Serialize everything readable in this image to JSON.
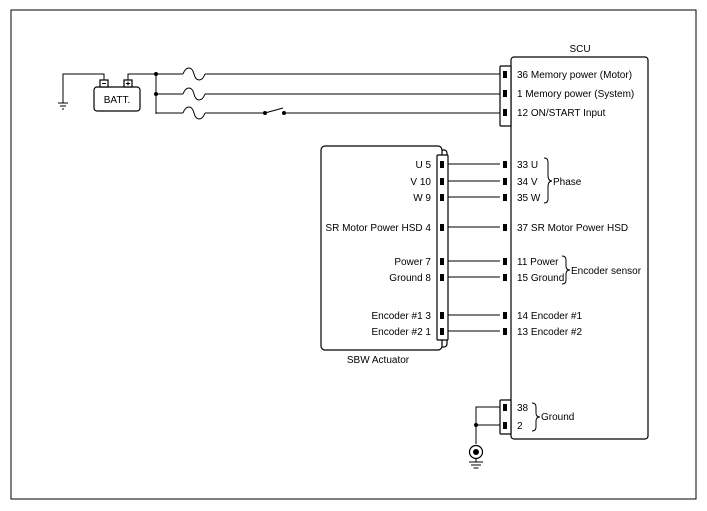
{
  "scu": {
    "label": "SCU",
    "pins": {
      "p36": "36 Memory power (Motor)",
      "p1": "1 Memory power (System)",
      "p12": "12 ON/START Input",
      "p33": "33 U",
      "p34": "34 V",
      "p35": "35 W",
      "p37": "37 SR Motor Power HSD",
      "p11": "11 Power",
      "p15": "15 Ground",
      "p14": "14 Encoder #1",
      "p13": "13 Encoder #2",
      "p38": "38",
      "p2": "2"
    }
  },
  "actuator": {
    "label": "SBW Actuator",
    "pins": {
      "u": "U 5",
      "v": "V 10",
      "w": "W 9",
      "hsd": "SR Motor Power HSD 4",
      "power": "Power 7",
      "ground": "Ground 8",
      "enc1": "Encoder #1 3",
      "enc2": "Encoder #2 1"
    }
  },
  "battery": {
    "label": "BATT."
  },
  "groups": {
    "phase": "Phase",
    "encoder_sensor": "Encoder sensor",
    "ground": "Ground"
  },
  "icons": [
    "battery-icon",
    "fuse-icon",
    "switch-icon",
    "chassis-ground-icon",
    "ground-icon",
    "connector-pin-icon"
  ]
}
